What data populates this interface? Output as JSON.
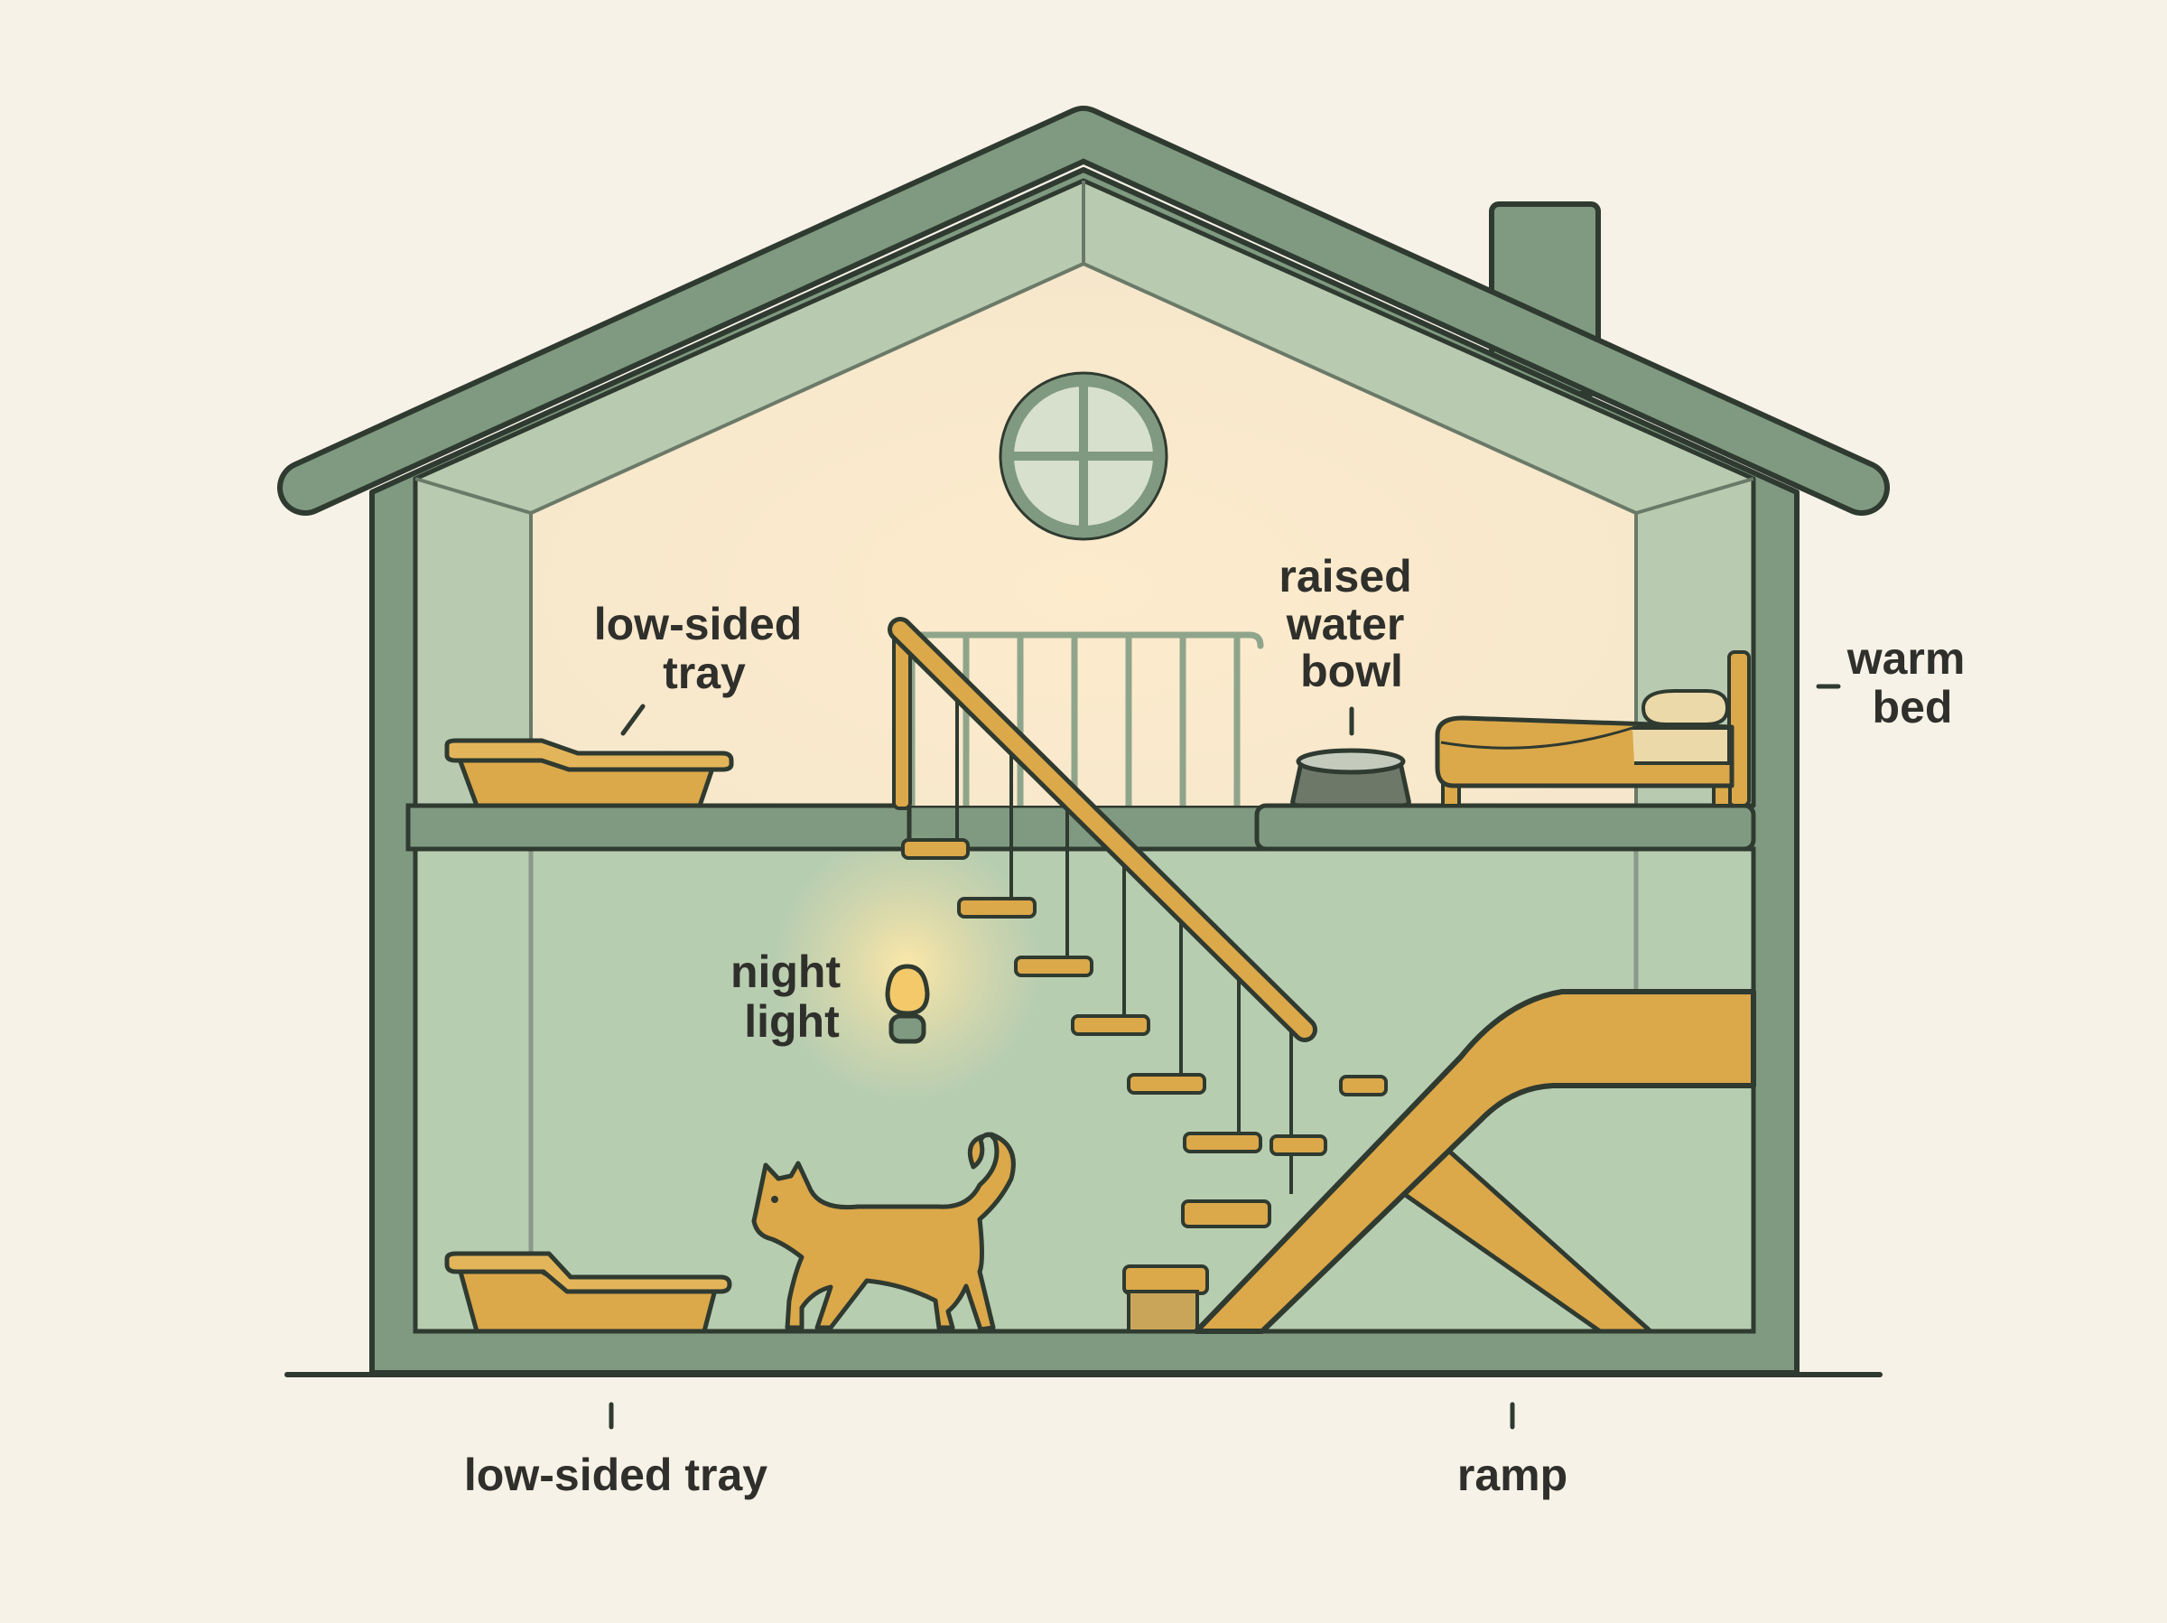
{
  "labels": {
    "tray_upper": [
      "low-sided",
      "tray"
    ],
    "water_bowl": [
      "raised",
      "water",
      "bowl"
    ],
    "bed": [
      "warm",
      "bed"
    ],
    "night_light": [
      "night",
      "light"
    ],
    "tray_lower": "low-sided tray",
    "ramp": "ramp"
  },
  "colors": {
    "background": "#f7f2e7",
    "house_green": "#7f9a80",
    "wall_fill": "#b8cbb0",
    "attic_fill": "#fbe9cc",
    "lower_room_fill": "#b7cdb0",
    "accent_gold": "#dba84a",
    "outline": "#2f3a30"
  }
}
